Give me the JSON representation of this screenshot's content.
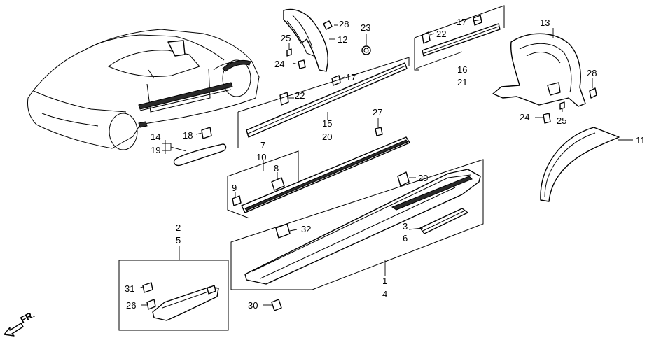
{
  "callouts": {
    "c1": "1",
    "c2": "2",
    "c3": "3",
    "c4": "4",
    "c5": "5",
    "c6": "6",
    "c7": "7",
    "c8": "8",
    "c9": "9",
    "c10": "10",
    "c11": "11",
    "c12": "12",
    "c13": "13",
    "c14": "14",
    "c15": "15",
    "c16": "16",
    "c17a": "17",
    "c17b": "17",
    "c18": "18",
    "c19": "19",
    "c20": "20",
    "c21": "21",
    "c22a": "22",
    "c22b": "22",
    "c23": "23",
    "c24a": "24",
    "c24b": "24",
    "c25a": "25",
    "c25b": "25",
    "c26": "26",
    "c27": "27",
    "c28a": "28",
    "c28b": "28",
    "c29": "29",
    "c30": "30",
    "c31": "31",
    "c32": "32"
  },
  "direction_label": "FR."
}
